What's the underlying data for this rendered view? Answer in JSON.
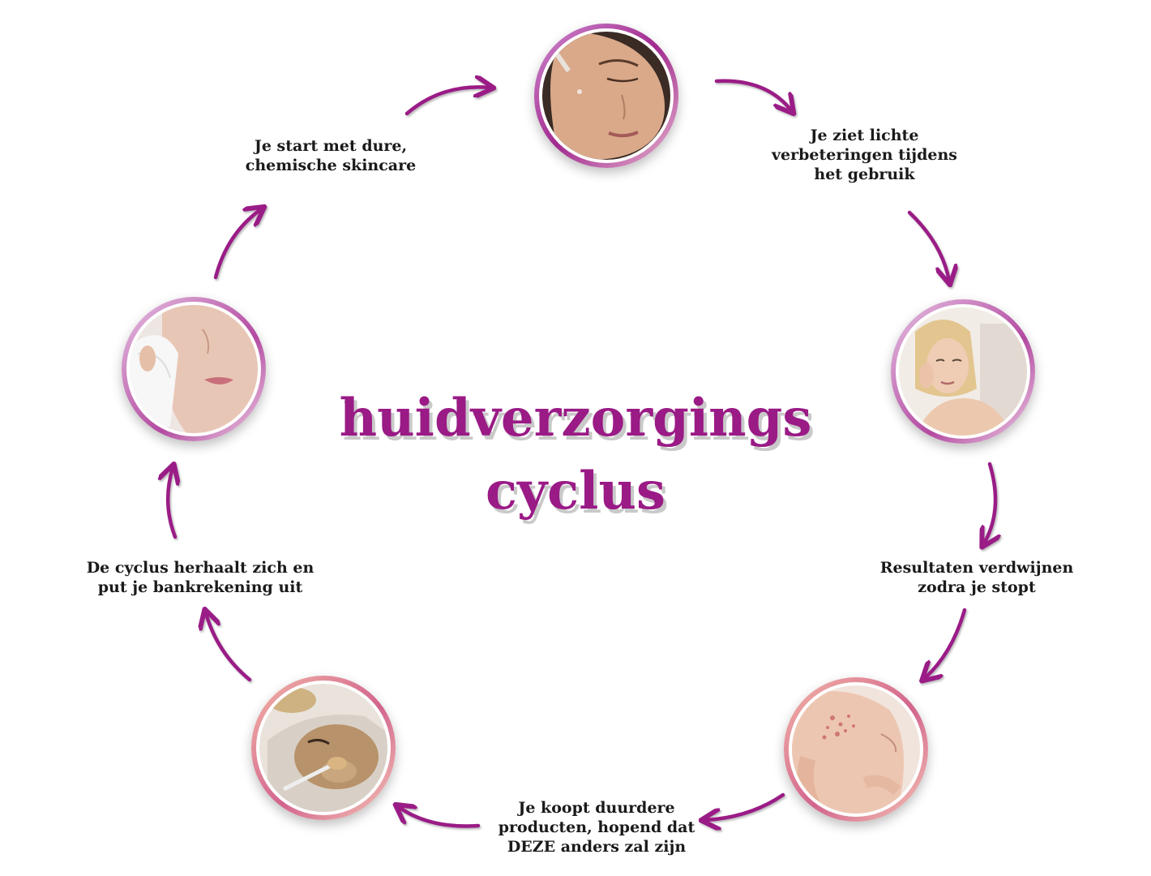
{
  "title": {
    "line1": "huidverzorgings",
    "line2": "cyclus"
  },
  "colors": {
    "accent": "#9a1a86",
    "arrow": "#9a1a86",
    "text": "#1a1a1a"
  },
  "steps": [
    {
      "label": "Je start met dure,\nchemische skincare",
      "image": "woman-applying-serum-dropper"
    },
    {
      "label": "Je ziet lichte\nverbeteringen tijdens\nhet gebruik",
      "image": "woman-touching-cheek-mirror"
    },
    {
      "label": "Resultaten verdwijnen\nzodra je stopt",
      "image": "skin-with-acne-redness"
    },
    {
      "label": "Je koopt duurdere\nproducten, hopend dat\nDEZE anders zal zijn",
      "image": "woman-getting-facial-mask"
    },
    {
      "label": "De cyclus herhaalt zich en\nput je bankrekening uit",
      "image": "woman-peeling-sheet-mask"
    }
  ],
  "photos": [
    {
      "name": "photo-serum",
      "image": "woman-applying-serum-dropper"
    },
    {
      "name": "photo-mirror",
      "image": "woman-touching-cheek-mirror"
    },
    {
      "name": "photo-acne",
      "image": "skin-with-acne-redness"
    },
    {
      "name": "photo-facial",
      "image": "woman-getting-facial-mask"
    },
    {
      "name": "photo-peel",
      "image": "woman-peeling-sheet-mask"
    }
  ],
  "arrows": [
    {
      "name": "arrow-to-top"
    },
    {
      "name": "arrow-top-right"
    },
    {
      "name": "arrow-right-upper"
    },
    {
      "name": "arrow-right-lower"
    },
    {
      "name": "arrow-right-bottom"
    },
    {
      "name": "arrow-bottom"
    },
    {
      "name": "arrow-left-bottom"
    },
    {
      "name": "arrow-left-lower"
    },
    {
      "name": "arrow-left-upper"
    }
  ]
}
